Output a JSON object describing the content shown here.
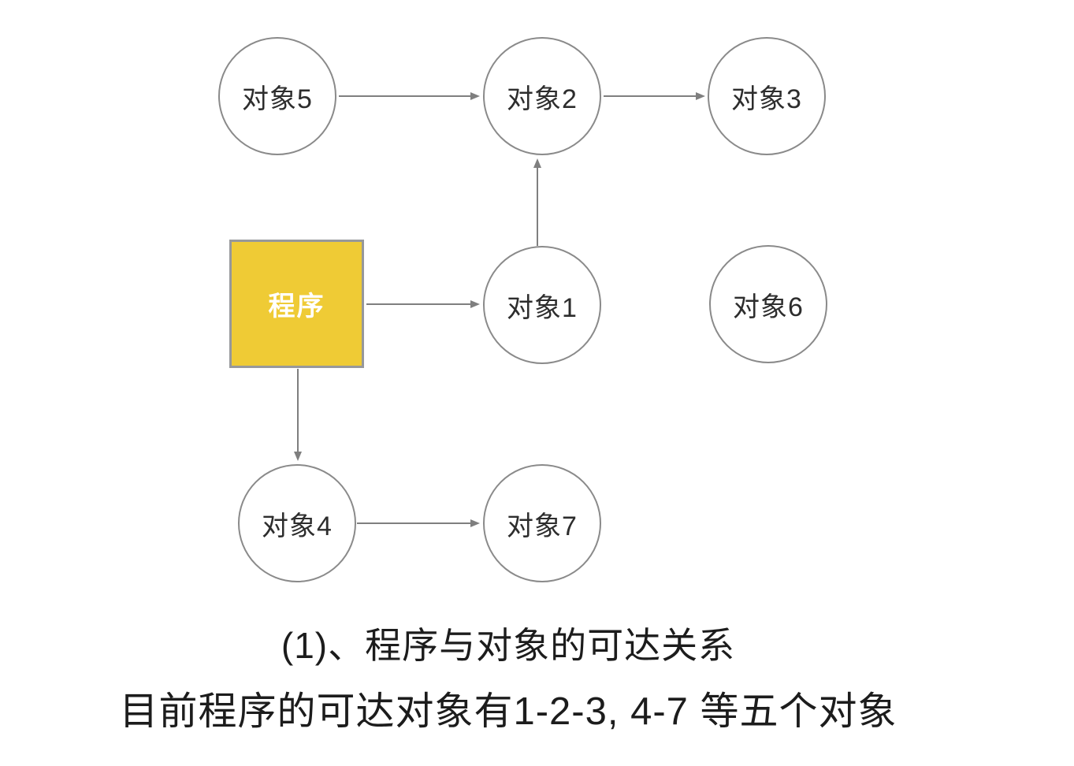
{
  "diagram": {
    "program": {
      "id": "program",
      "label": "程序"
    },
    "nodes": [
      {
        "id": "obj5",
        "label": "对象5"
      },
      {
        "id": "obj2",
        "label": "对象2"
      },
      {
        "id": "obj3",
        "label": "对象3"
      },
      {
        "id": "obj1",
        "label": "对象1"
      },
      {
        "id": "obj6",
        "label": "对象6"
      },
      {
        "id": "obj4",
        "label": "对象4"
      },
      {
        "id": "obj7",
        "label": "对象7"
      }
    ],
    "edges": [
      {
        "from": "obj5",
        "to": "obj2"
      },
      {
        "from": "obj2",
        "to": "obj3"
      },
      {
        "from": "obj1",
        "to": "obj2"
      },
      {
        "from": "program",
        "to": "obj1"
      },
      {
        "from": "program",
        "to": "obj4"
      },
      {
        "from": "obj4",
        "to": "obj7"
      }
    ],
    "colors": {
      "program_fill": "#efcb35",
      "program_border": "#97989b",
      "node_border": "#8a8a8a",
      "arrow": "#7f7f7f",
      "text": "#2d2d2d"
    },
    "caption": {
      "line1": "(1)、程序与对象的可达关系",
      "line2": "目前程序的可达对象有1-2-3, 4-7 等五个对象"
    }
  }
}
